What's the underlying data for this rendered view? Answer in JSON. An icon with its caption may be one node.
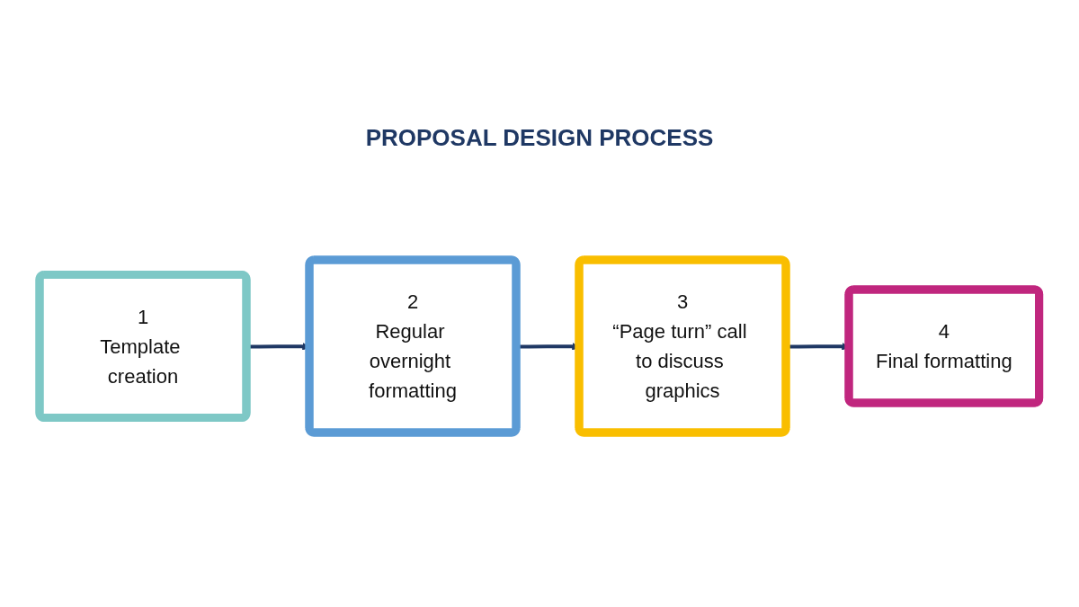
{
  "diagram": {
    "title": "PROPOSAL DESIGN PROCESS",
    "nodes": [
      {
        "text": [
          "1",
          "Template creation"
        ]
      },
      {
        "text": [
          "2",
          "Regular overnight formatting"
        ]
      },
      {
        "text": [
          "3",
          "“Page turn” call to discuss graphics"
        ]
      },
      {
        "text": [
          "4",
          "Final formatting"
        ]
      }
    ],
    "edges": [
      {
        "from": 0,
        "to": 1,
        "arrow": "to"
      },
      {
        "from": 1,
        "to": 2,
        "arrow": "to"
      },
      {
        "from": 2,
        "to": 3,
        "arrow": "to"
      }
    ]
  }
}
